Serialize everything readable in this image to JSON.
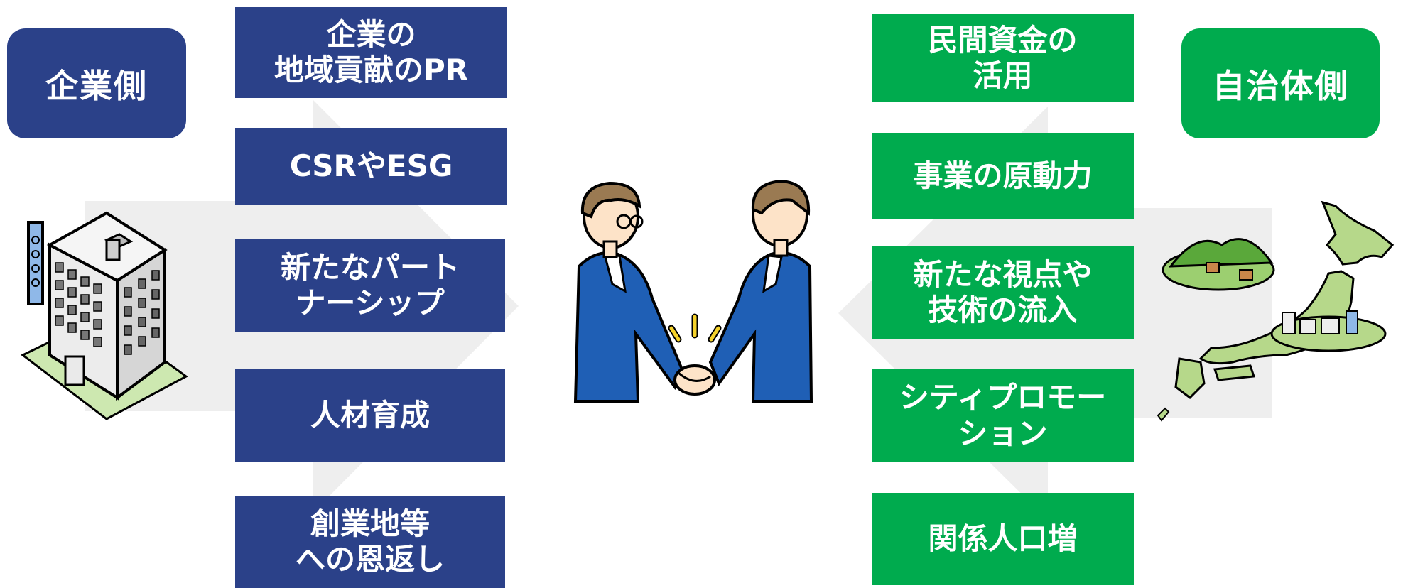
{
  "company": {
    "title": "企業側",
    "items": [
      "企業の\n地域貢献のPR",
      "CSRやESG",
      "新たなパート\nナーシップ",
      "人材育成",
      "創業地等\nへの恩返し"
    ]
  },
  "municipality": {
    "title": "自治体側",
    "items": [
      "民間資金の\n活用",
      "事業の原動力",
      "新たな視点や\n技術の流入",
      "シティプロモー\nション",
      "関係人口増"
    ]
  },
  "colors": {
    "company": "#2b4189",
    "municipality": "#00ab4e",
    "arrow": "#eeeeee"
  },
  "icons": {
    "company": "office-building-icon",
    "center": "handshake-icon",
    "municipality": "japan-map-icon"
  }
}
